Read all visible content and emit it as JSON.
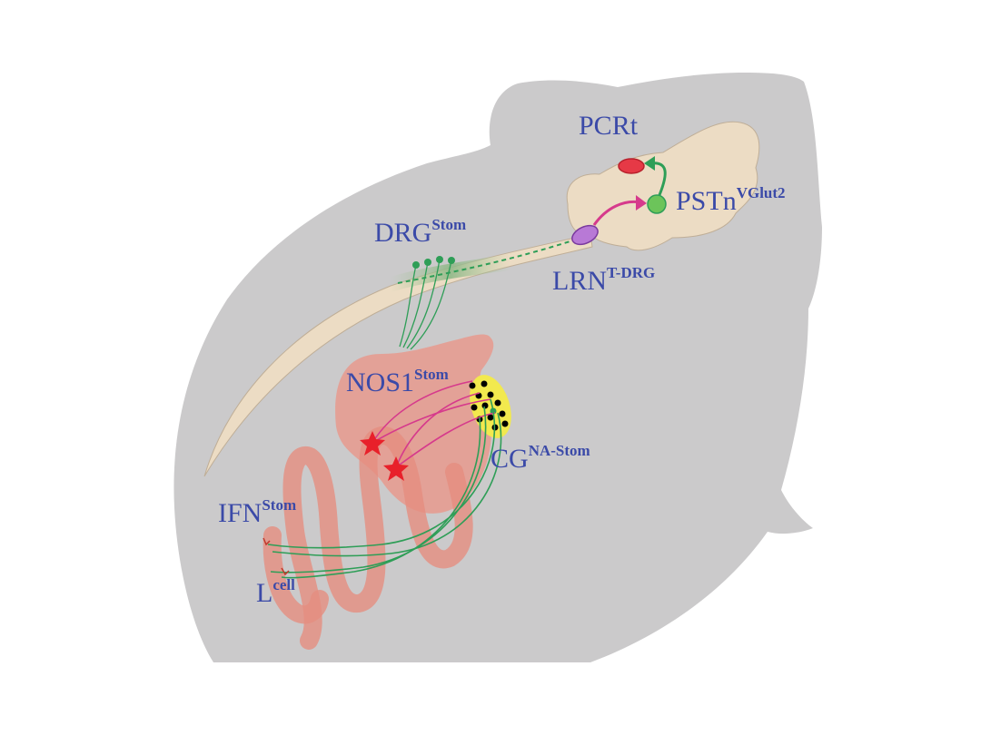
{
  "labels": {
    "pcrt": "PCRt",
    "pstn": {
      "main": "PSTn",
      "sup": "VGlut2"
    },
    "drg": {
      "main": "DRG",
      "sup": "Stom"
    },
    "lrn": {
      "main": "LRN",
      "sup": "T-DRG"
    },
    "nos1": {
      "main": "NOS1",
      "sup": "Stom"
    },
    "cg": {
      "main": "CG",
      "sup": "NA-Stom"
    },
    "ifn": {
      "main": "IFN",
      "sup": "Stom"
    },
    "lcell": {
      "main": "L",
      "sup": "cell"
    }
  },
  "colors": {
    "body": "#cbcacb",
    "brain": "#ecdcc4",
    "gut": "#e89a8e",
    "label": "#3b4aa8",
    "green_neuron": "#2e9e57",
    "magenta_neuron": "#d63a8c",
    "pcrt_nucleus": "#e63946",
    "lrn_nucleus": "#a35cc4",
    "ganglion": "#f2e94e",
    "star": "#e8202a"
  }
}
